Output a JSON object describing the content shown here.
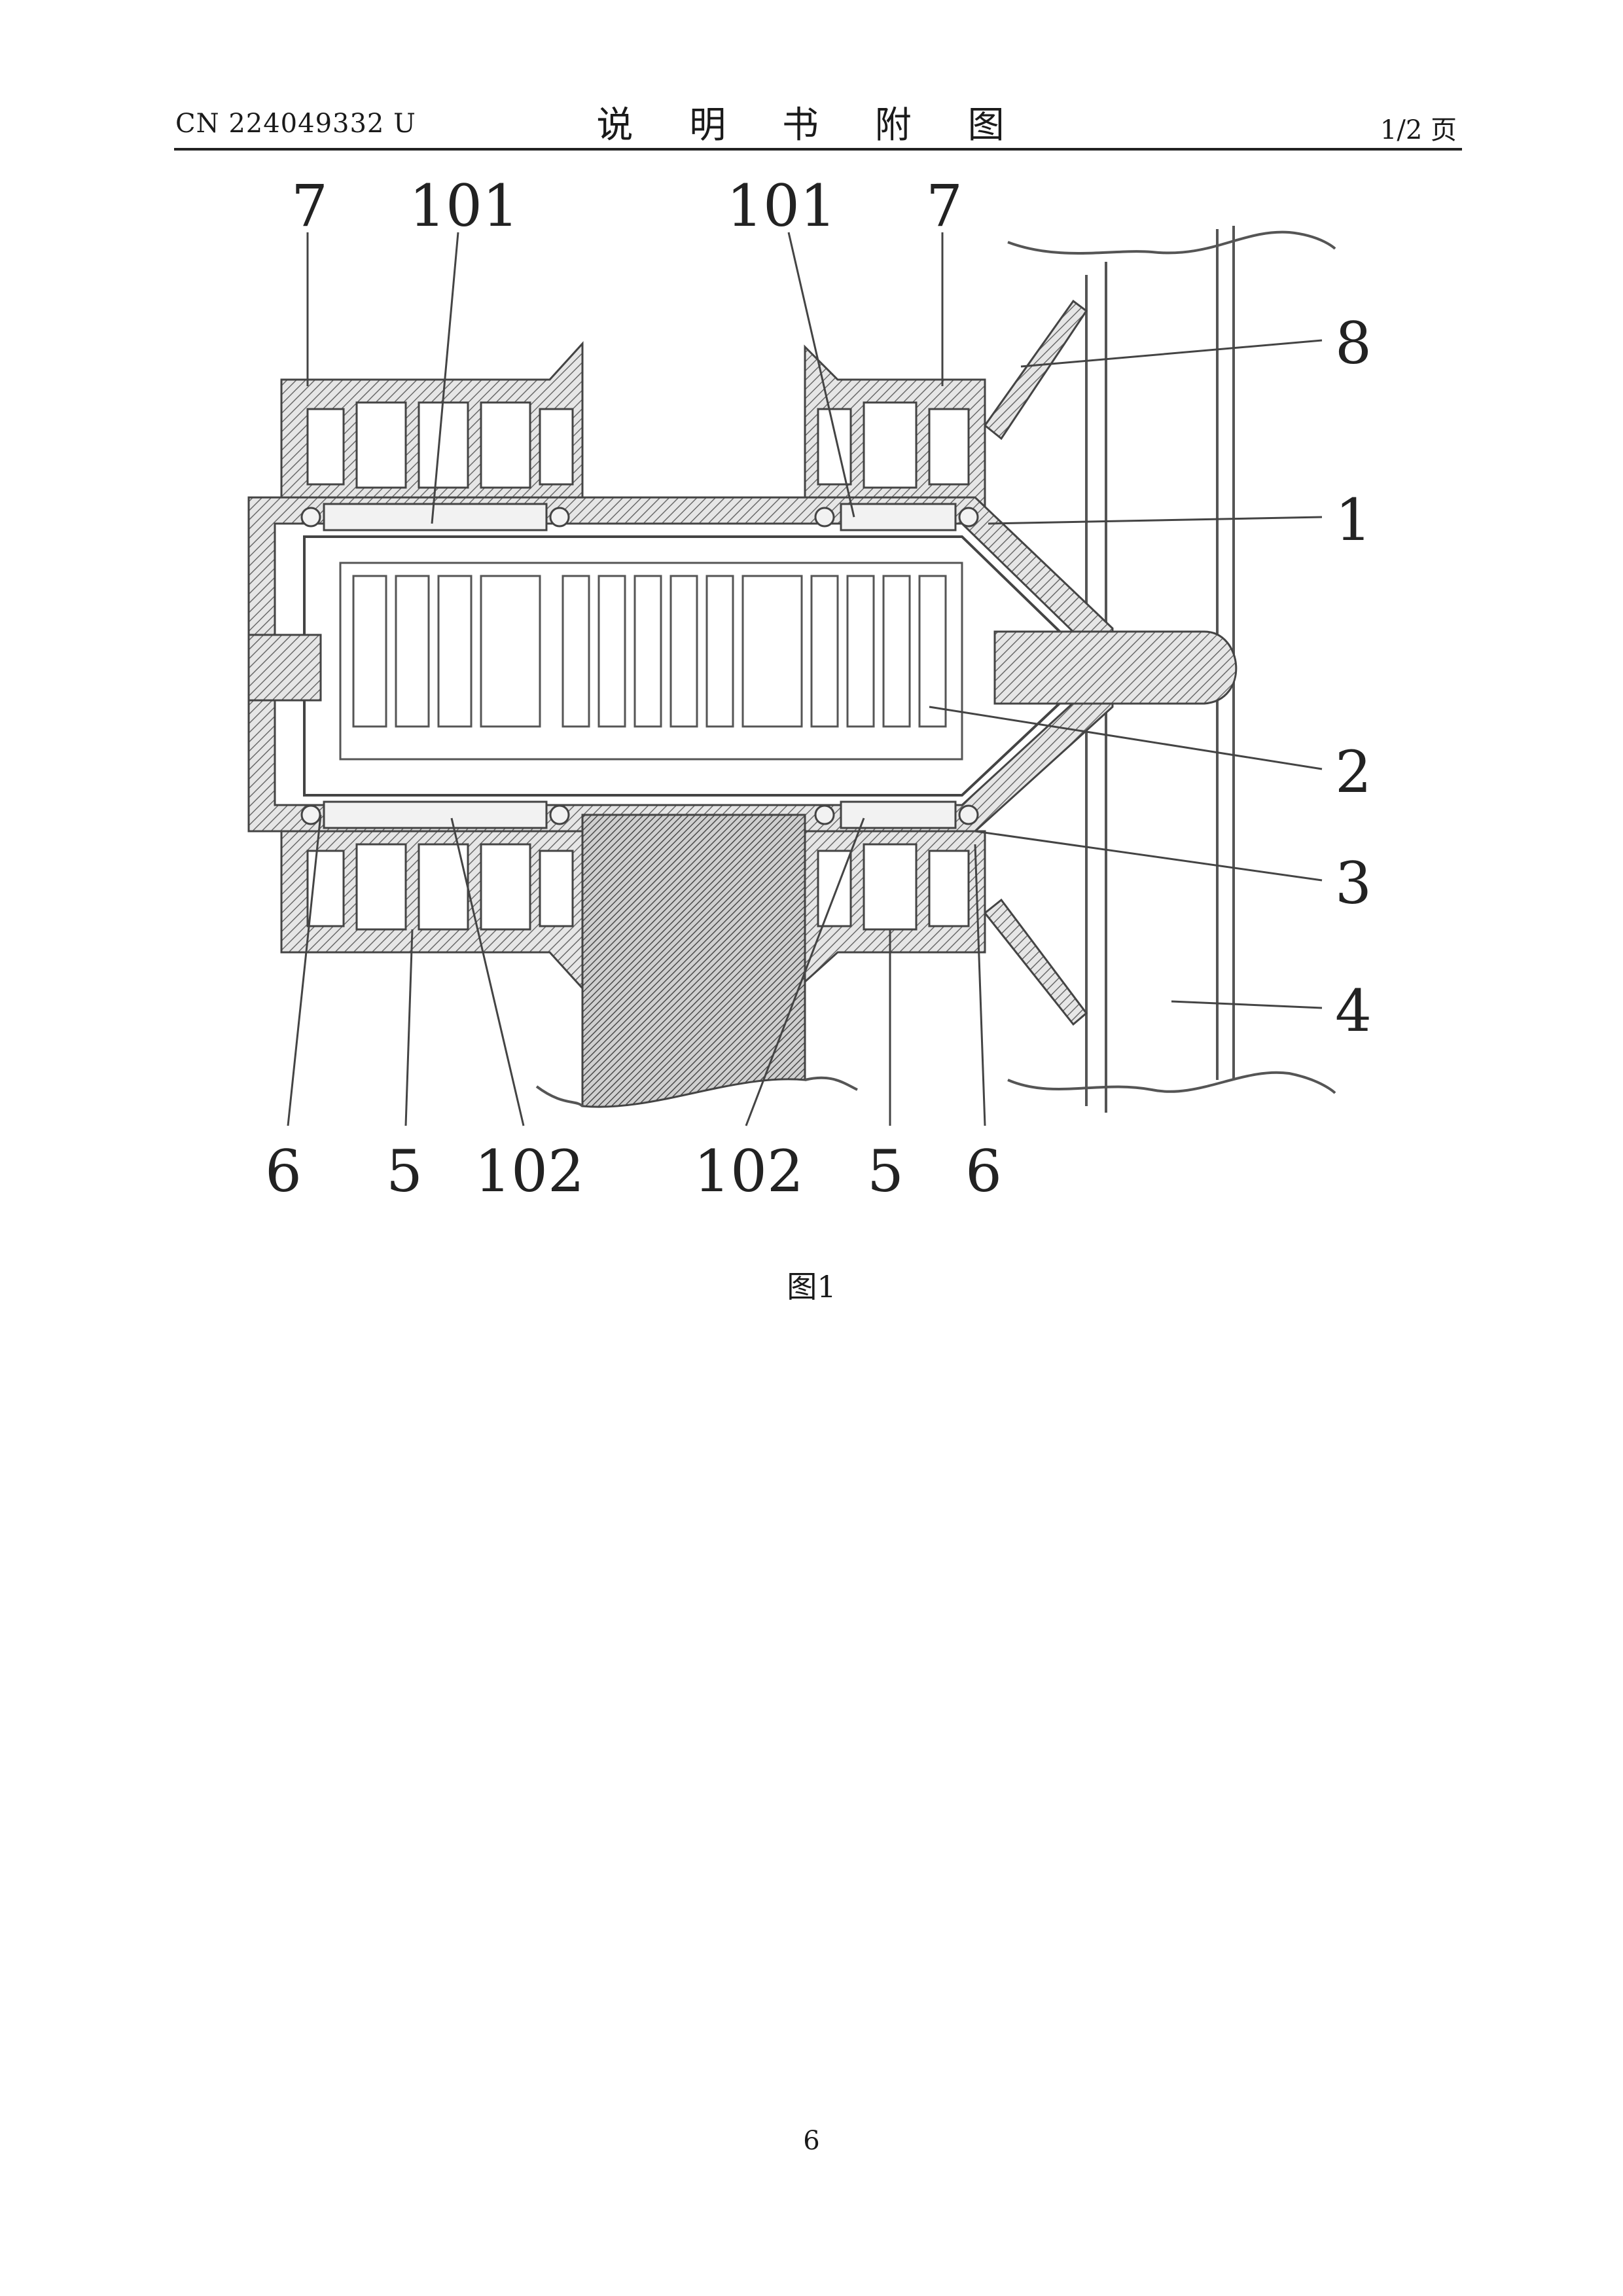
{
  "header": {
    "doc_number": "CN 224049332 U",
    "title": "说 明 书 附 图",
    "page_fraction": "1/2 页"
  },
  "figure": {
    "labels": {
      "l7a": "7",
      "l101a": "101",
      "l101b": "101",
      "l7b": "7",
      "l8": "8",
      "l1": "1",
      "l2": "2",
      "l3": "3",
      "l4": "4",
      "l6a": "6",
      "l5a": "5",
      "l102a": "102",
      "l102b": "102",
      "l5b": "5",
      "l6b": "6"
    },
    "caption": "图1"
  },
  "footer": {
    "page_number": "6"
  }
}
